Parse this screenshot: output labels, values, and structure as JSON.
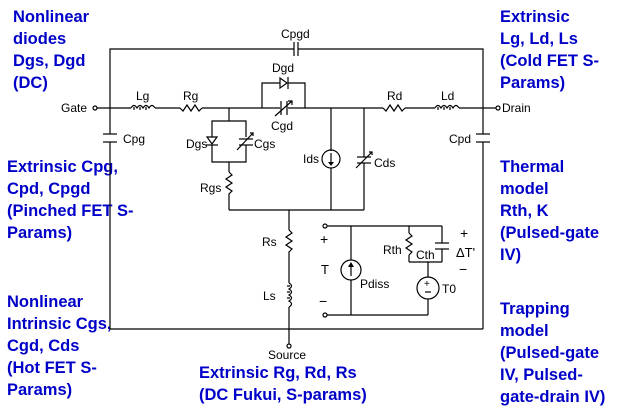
{
  "annotations": {
    "nonlinear_diodes": "Nonlinear\ndiodes\nDgs, Dgd\n(DC)",
    "extrinsic_inductors": "Extrinsic\nLg, Ld, Ls\n(Cold FET S-\nParams)",
    "extrinsic_capacitors": "Extrinsic Cpg,\nCpd, Cpgd\n(Pinched FET S-\nParams)",
    "nonlinear_intrinsic_caps": "Nonlinear\nIntrinsic Cgs,\nCgd, Cds\n(Hot FET S-\nParams)",
    "extrinsic_resistors": "Extrinsic Rg, Rd, Rs\n(DC Fukui, S-params)",
    "thermal_model": "Thermal\nmodel\nRth, K\n(Pulsed-gate\nIV)",
    "trapping_model": "Trapping\nmodel\n(Pulsed-gate\nIV, Pulsed-\ngate-drain IV)"
  },
  "terminals": {
    "gate": "Gate",
    "drain": "Drain",
    "source": "Source"
  },
  "components": {
    "cpgd": "Cpgd",
    "cpg": "Cpg",
    "cpd": "Cpd",
    "lg": "Lg",
    "rg": "Rg",
    "rd": "Rd",
    "ld": "Ld",
    "dgd": "Dgd",
    "cgd": "Cgd",
    "dgs": "Dgs",
    "cgs": "Cgs",
    "rgs": "Rgs",
    "ids": "Ids",
    "cds": "Cds",
    "rs": "Rs",
    "ls": "Ls",
    "rth": "Rth",
    "cth": "Cth",
    "pdiss": "Pdiss",
    "t0": "T0"
  },
  "thermal_circuit": {
    "plus_left": "+",
    "minus_left": "−",
    "t_label": "T",
    "plus_right": "+",
    "minus_right": "−",
    "delta_t_label": "ΔT'"
  },
  "colors": {
    "annotation_text": "#0000c8",
    "schematic": "#000000"
  }
}
